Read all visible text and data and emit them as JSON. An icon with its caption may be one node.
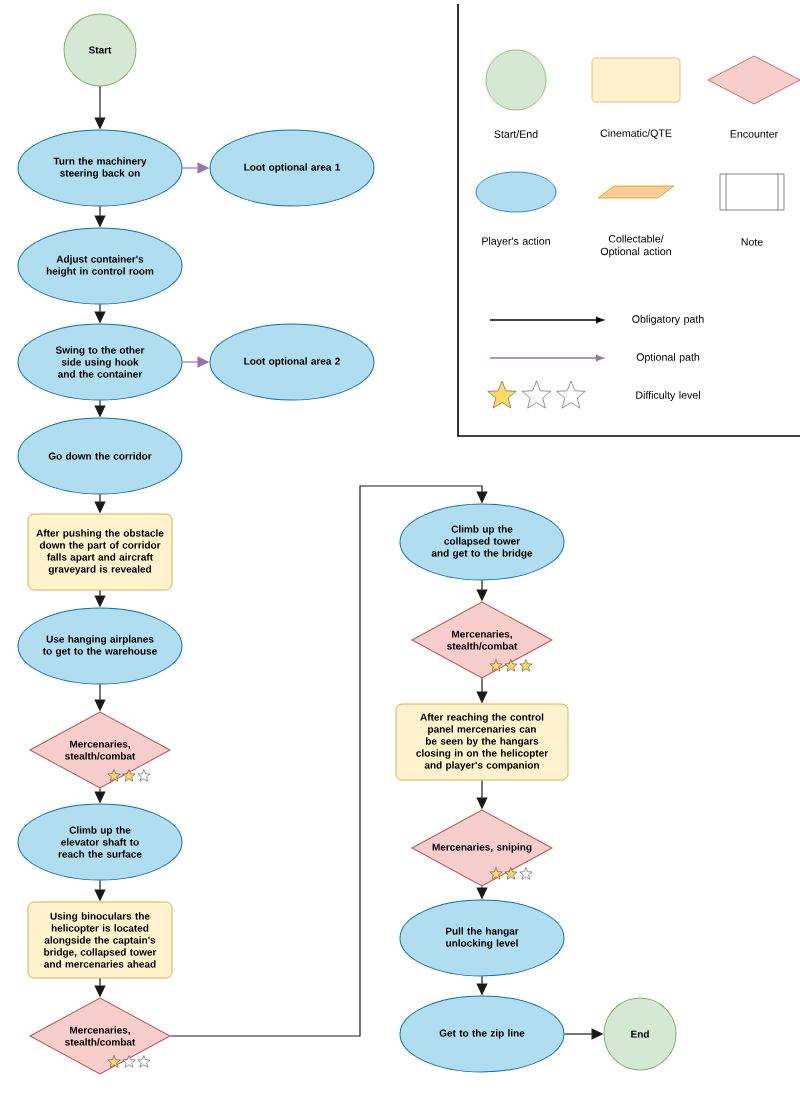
{
  "diagram": {
    "nodes": [
      {
        "text": [
          "Start"
        ]
      },
      {
        "text": [
          "Turn the machinery steering back on"
        ]
      },
      {
        "text": [
          "Loot optional area 1"
        ]
      },
      {
        "text": [
          "Adjust container's height in control room"
        ]
      },
      {
        "text": [
          "Swing to the other side using hook and the container"
        ]
      },
      {
        "text": [
          "Loot optional area 2"
        ]
      },
      {
        "text": [
          "Go down the corridor"
        ]
      },
      {
        "text": [
          "After pushing the obstacle down the part of corridor falls apart and aircraft graveyard is revealed"
        ]
      },
      {
        "text": [
          "Use hanging airplanes to get to the warehouse"
        ]
      },
      {
        "text": [
          "Mercenaries, stealth/combat"
        ]
      },
      {
        "text": [
          "Climb up the elevator shaft to reach the surface"
        ]
      },
      {
        "text": [
          "Using binoculars the helicopter is located alongside the captain's bridge, collapsed tower and mercenaries ahead"
        ]
      },
      {
        "text": [
          "Mercenaries, stealth/combat"
        ]
      },
      {
        "text": [
          "Climb up the collapsed tower and get to the bridge"
        ]
      },
      {
        "text": [
          "Mercenaries, stealth/combat"
        ]
      },
      {
        "text": [
          "After reaching the control panel mercenaries can be seen by the hangars closing in on the helicopter and player's companion"
        ]
      },
      {
        "text": [
          "Mercenaries, sniping"
        ]
      },
      {
        "text": [
          "Pull the hangar unlocking level"
        ]
      },
      {
        "text": [
          "Get to the zip line"
        ]
      },
      {
        "text": [
          "End"
        ]
      }
    ],
    "edges": [
      {
        "from": 0,
        "to": 1,
        "arrow": "to"
      },
      {
        "from": 1,
        "to": 2,
        "arrow": "to",
        "color": "#9673a6"
      },
      {
        "from": 1,
        "to": 3,
        "arrow": "to"
      },
      {
        "from": 3,
        "to": 4,
        "arrow": "to"
      },
      {
        "from": 4,
        "to": 5,
        "arrow": "to",
        "color": "#9673a6"
      },
      {
        "from": 4,
        "to": 6,
        "arrow": "to"
      },
      {
        "from": 6,
        "to": 7,
        "arrow": "to"
      },
      {
        "from": 7,
        "to": 8,
        "arrow": "to"
      },
      {
        "from": 8,
        "to": 9,
        "arrow": "to"
      },
      {
        "from": 9,
        "to": 10,
        "arrow": "to"
      },
      {
        "from": 10,
        "to": 11,
        "arrow": "to"
      },
      {
        "from": 11,
        "to": 12,
        "arrow": "to"
      },
      {
        "from": 12,
        "to": 13,
        "arrow": "to"
      },
      {
        "from": 13,
        "to": 14,
        "arrow": "to"
      },
      {
        "from": 14,
        "to": 15,
        "arrow": "to"
      },
      {
        "from": 15,
        "to": 16,
        "arrow": "to"
      },
      {
        "from": 16,
        "to": 17,
        "arrow": "to"
      },
      {
        "from": 17,
        "to": 18,
        "arrow": "to"
      },
      {
        "from": 18,
        "to": 19,
        "arrow": "to"
      }
    ],
    "legend": [
      {
        "text": "Start/End"
      },
      {
        "text": "Cinematic/QTE"
      },
      {
        "text": "Encounter"
      },
      {
        "text": "Player's action"
      },
      {
        "text": "Collectable/ Optional action"
      },
      {
        "text": "Note"
      },
      {
        "text": "Obligatory path"
      },
      {
        "text": "Optional path"
      },
      {
        "text": "Difficulty level"
      }
    ]
  }
}
